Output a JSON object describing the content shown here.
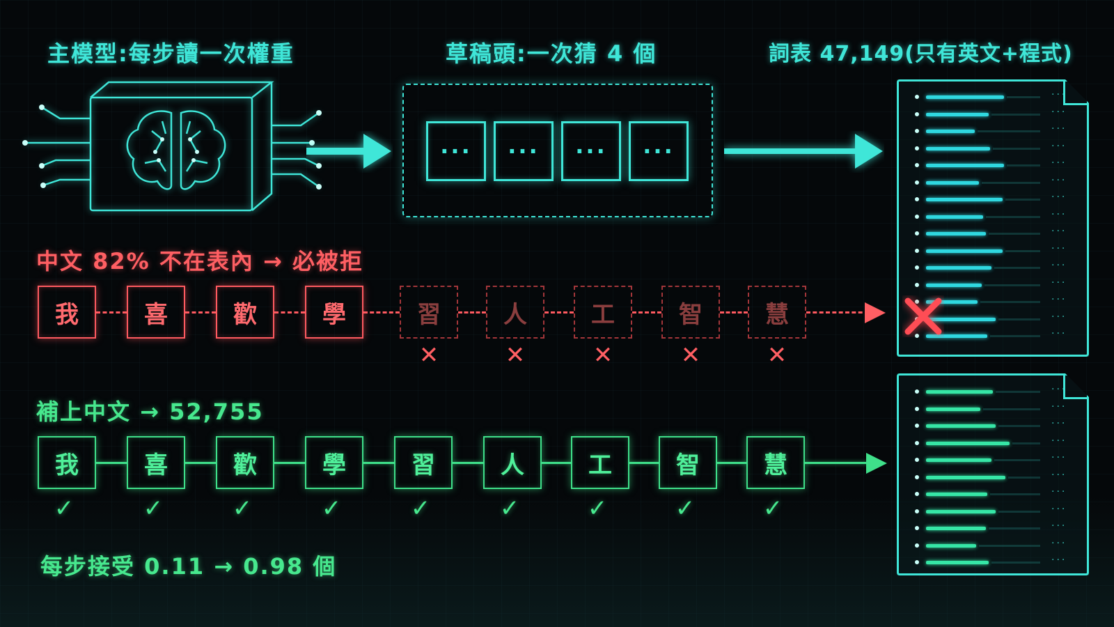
{
  "headers": {
    "main_model": "主模型:每步讀一次權重",
    "draft_head": "草稿頭:一次猜 4 個",
    "vocab": "詞表 47,149(只有英文+程式)"
  },
  "draft_tokens": [
    "···",
    "···",
    "···",
    "···"
  ],
  "rejected_row": {
    "label": "中文 82% 不在表內 → 必被拒",
    "accepted_chars": [
      "我",
      "喜",
      "歡",
      "學"
    ],
    "rejected_chars": [
      "習",
      "人",
      "工",
      "智",
      "慧"
    ],
    "reject_mark": "✕"
  },
  "accepted_row": {
    "label": "補上中文 → 52,755",
    "chars": [
      "我",
      "喜",
      "歡",
      "學",
      "習",
      "人",
      "工",
      "智",
      "慧"
    ],
    "accept_mark": "✓"
  },
  "footer": "每步接受 0.11 → 0.98 個",
  "icons": [
    "brain-chip-icon",
    "arrow-right-icon",
    "document-icon",
    "cross-icon",
    "check-icon"
  ],
  "colors": {
    "cyan": "#3fe6d8",
    "red": "#ff5f63",
    "green": "#47e88e",
    "background": "#05080a"
  }
}
